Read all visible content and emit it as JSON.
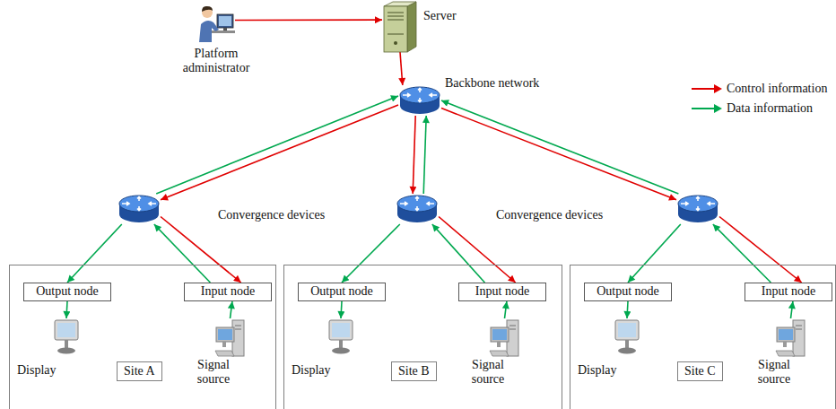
{
  "diagram": {
    "nodes": [
      {
        "text": [
          "Platform administrator"
        ]
      },
      {
        "text": [
          "Server"
        ]
      },
      {
        "text": [
          "Backbone network"
        ]
      },
      {
        "text": [
          "Convergence devices"
        ]
      },
      {
        "text": [
          "Convergence devices"
        ]
      },
      {
        "text": []
      },
      {
        "text": [
          "Site A"
        ]
      },
      {
        "text": [
          "Output node"
        ],
        "in": 6
      },
      {
        "text": [
          "Input node"
        ],
        "in": 6
      },
      {
        "text": [
          "Display"
        ],
        "in": 6
      },
      {
        "text": [
          "Signal source"
        ],
        "in": 6
      },
      {
        "text": [
          "Site B"
        ]
      },
      {
        "text": [
          "Output node"
        ],
        "in": 11
      },
      {
        "text": [
          "Input node"
        ],
        "in": 11
      },
      {
        "text": [
          "Display"
        ],
        "in": 11
      },
      {
        "text": [
          "Signal source"
        ],
        "in": 11
      },
      {
        "text": [
          "Site C"
        ]
      },
      {
        "text": [
          "Output node"
        ],
        "in": 16
      },
      {
        "text": [
          "Input node"
        ],
        "in": 16
      },
      {
        "text": [
          "Display"
        ],
        "in": 16
      },
      {
        "text": [
          "Signal source"
        ],
        "in": 16
      }
    ],
    "edges": [
      {
        "from": 0,
        "to": 1,
        "arrow": "to"
      },
      {
        "from": 1,
        "to": 2,
        "arrow": "to"
      },
      {
        "from": 2,
        "to": 3,
        "arrow": "to"
      },
      {
        "from": 3,
        "to": 2,
        "arrow": "to"
      },
      {
        "from": 2,
        "to": 4,
        "arrow": "to"
      },
      {
        "from": 4,
        "to": 2,
        "arrow": "to"
      },
      {
        "from": 2,
        "to": 5,
        "arrow": "to"
      },
      {
        "from": 5,
        "to": 2,
        "arrow": "to"
      },
      {
        "from": 3,
        "to": 7,
        "arrow": "to"
      },
      {
        "from": 8,
        "to": 3,
        "arrow": "to"
      },
      {
        "from": 3,
        "to": 8,
        "arrow": "to"
      },
      {
        "from": 7,
        "to": 9,
        "arrow": "to"
      },
      {
        "from": 10,
        "to": 8,
        "arrow": "to"
      },
      {
        "from": 4,
        "to": 12,
        "arrow": "to"
      },
      {
        "from": 13,
        "to": 4,
        "arrow": "to"
      },
      {
        "from": 4,
        "to": 13,
        "arrow": "to"
      },
      {
        "from": 12,
        "to": 14,
        "arrow": "to"
      },
      {
        "from": 15,
        "to": 13,
        "arrow": "to"
      },
      {
        "from": 5,
        "to": 17,
        "arrow": "to"
      },
      {
        "from": 18,
        "to": 5,
        "arrow": "to"
      },
      {
        "from": 5,
        "to": 18,
        "arrow": "to"
      },
      {
        "from": 17,
        "to": 19,
        "arrow": "to"
      },
      {
        "from": 20,
        "to": 18,
        "arrow": "to"
      }
    ],
    "legend": [
      {
        "text": "Control information"
      },
      {
        "text": "Data information"
      }
    ]
  }
}
